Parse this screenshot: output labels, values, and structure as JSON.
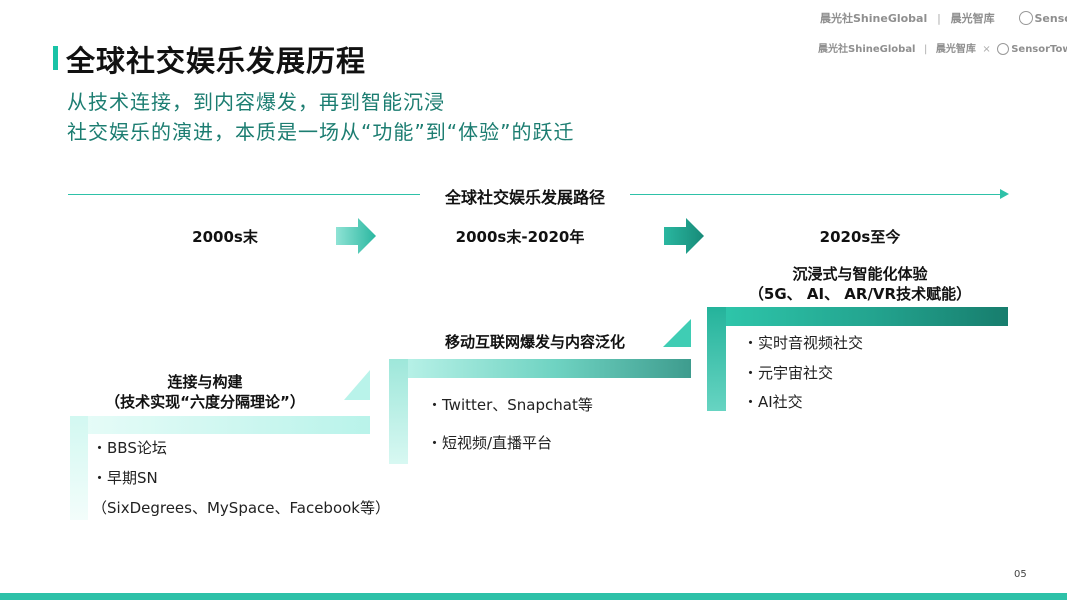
{
  "header": {
    "title": "全球社交娱乐发展历程",
    "subtitle_line1": "从技术连接，到内容爆发，再到智能沉浸",
    "subtitle_line2": "社交娱乐的演进，本质是一场从“功能”到“体验”的跃迁"
  },
  "logos": {
    "row1_brand": "晨光社ShineGlobal",
    "row1_sep": "|",
    "row1_think": "晨光智库",
    "row1_partner": "SensorTower",
    "row2_brand": "晨光社ShineGlobal",
    "row2_sep": "|",
    "row2_think": "晨光智库",
    "row2_x": "×",
    "row2_partner": "SensorTower"
  },
  "timeline": {
    "label": "全球社交娱乐发展路径",
    "periods": [
      "2000s末",
      "2000s末-2020年",
      "2020s至今"
    ]
  },
  "stages": [
    {
      "title_line1": "连接与构建",
      "title_line2": "（技术实现“六度分隔理论”）",
      "bullets": [
        "・BBS论坛",
        "・早期SN",
        "（SixDegrees、MySpace、Facebook等）"
      ]
    },
    {
      "title_line1": "移动互联网爆发与内容泛化",
      "bullets": [
        "・Twitter、Snapchat等",
        "・短视频/直播平台"
      ]
    },
    {
      "title_line1": "沉浸式与智能化体验",
      "title_line2": "（5G、 AI、 AR/VR技术赋能）",
      "bullets": [
        "・实时音视频社交",
        "・元宇宙社交",
        "・AI社交"
      ]
    }
  ],
  "colors": {
    "accent": "#19c3a6",
    "subtitle": "#1c7d71",
    "step_light": "#c9f7ef",
    "step_mid": "#4cc9b4",
    "step_dark": "#1b8a79"
  },
  "footer": {
    "page_number": "05"
  }
}
